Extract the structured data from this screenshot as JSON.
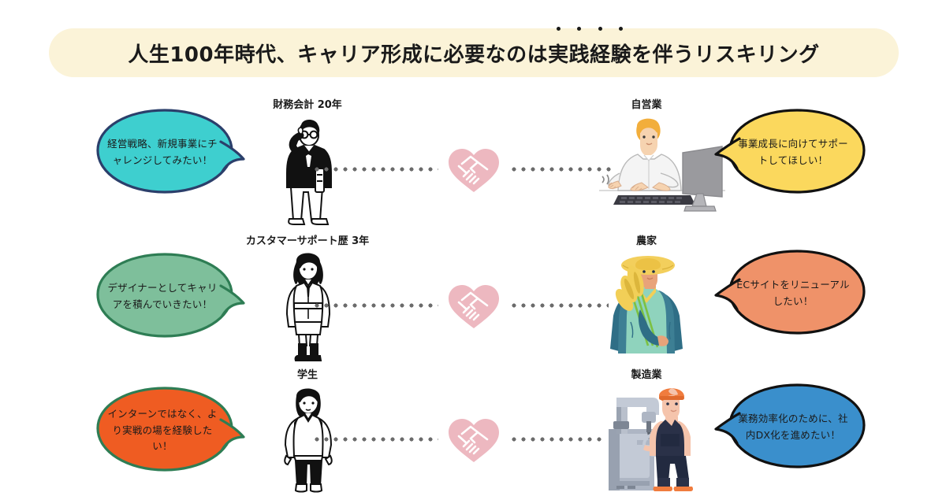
{
  "page": {
    "background_color": "#ffffff",
    "title_banner_color": "#fbf3d8"
  },
  "header": {
    "title_part1": "人生100年時代、キャリア形成に必要なのは",
    "title_emphasis": "実践経験",
    "title_part2": "を伴うリスキリング",
    "emphasis_dot_count": 4,
    "full_title": "人生100年時代、キャリア形成に必要なのは実践経験を伴うリスキリング"
  },
  "rows": [
    {
      "left_label": "財務会計 20年",
      "left_bubble": "経営戦略、新規事業にチャレンジしてみたい！",
      "left_bubble_fill": "#3ecfcf",
      "left_bubble_stroke": "#2b3f6b",
      "left_figure": "businessman-glasses-briefcase-icon",
      "center_icon": "handshake-heart-icon",
      "center_icon_color": "#edb8c0",
      "right_label": "自営業",
      "right_bubble": "事業成長に向けてサポートしてほしい！",
      "right_bubble_fill": "#fbd85d",
      "right_bubble_stroke": "#111111",
      "right_figure": "self-employed-man-at-computer-icon"
    },
    {
      "left_label": "カスタマーサポート歴 3年",
      "left_bubble": "デザイナーとしてキャリアを積んでいきたい！",
      "left_bubble_fill": "#7ebf9b",
      "left_bubble_stroke": "#2e7d54",
      "left_figure": "woman-bob-hair-coat-boots-icon",
      "center_icon": "handshake-heart-icon",
      "center_icon_color": "#edb8c0",
      "right_label": "農家",
      "right_bubble": "ECサイトをリニューアルしたい！",
      "right_bubble_fill": "#ef9269",
      "right_bubble_stroke": "#111111",
      "right_figure": "farmer-straw-hat-wheat-icon"
    },
    {
      "left_label": "学生",
      "left_bubble": "インターンではなく、より実戦の場を経験したい！",
      "left_bubble_fill": "#ef5c22",
      "left_bubble_stroke": "#2e7d54",
      "left_figure": "student-tshirt-icon",
      "center_icon": "handshake-heart-icon",
      "center_icon_color": "#edb8c0",
      "right_label": "製造業",
      "right_bubble": "業務効率化のために、社内DX化を進めたい！",
      "right_bubble_fill": "#3a8fcc",
      "right_bubble_stroke": "#111111",
      "right_figure": "factory-worker-drill-press-icon"
    }
  ]
}
